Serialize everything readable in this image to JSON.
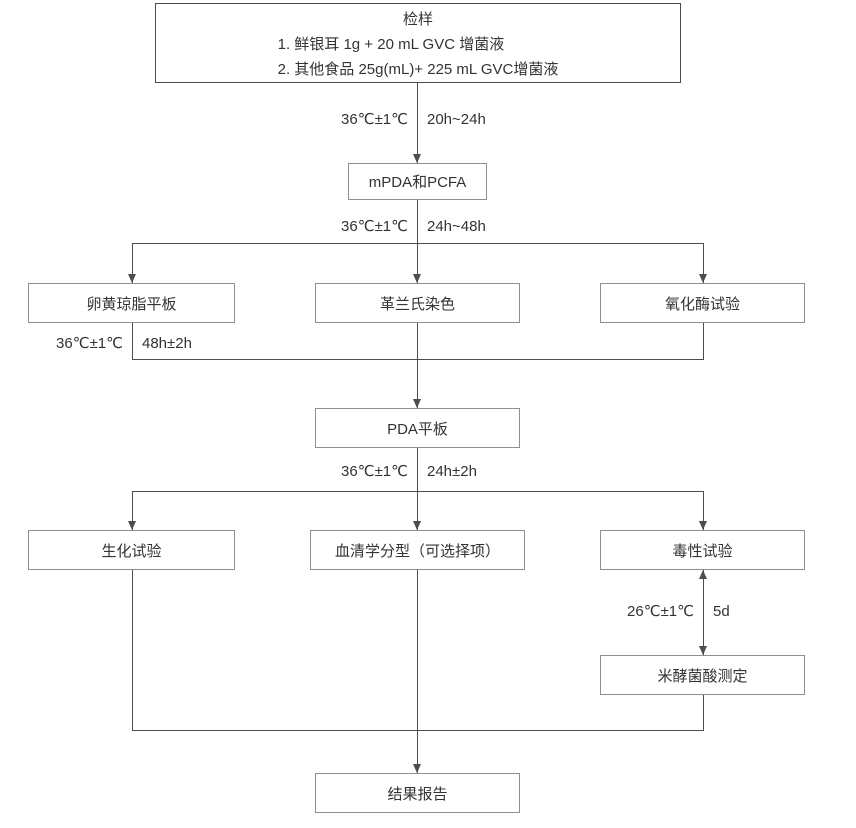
{
  "diagram": {
    "nodes": {
      "sample": {
        "title": "检样",
        "line1": "1. 鲜银耳 1g + 20 mL GVC 增菌液",
        "line2": "2. 其他食品 25g(mL)+ 225 mL GVC增菌液"
      },
      "mpda_pcfa": {
        "label": "mPDA和PCFA"
      },
      "egg_yolk_agar": {
        "label": "卵黄琼脂平板"
      },
      "gram_stain": {
        "label": "革兰氏染色"
      },
      "oxidase_test": {
        "label": "氧化酶试验"
      },
      "pda_plate": {
        "label": "PDA平板"
      },
      "biochemical_test": {
        "label": "生化试验"
      },
      "serotyping": {
        "label": "血清学分型（可选择项）"
      },
      "toxicity_test": {
        "label": "毒性试验"
      },
      "bongkrekic_acid": {
        "label": "米酵菌酸测定"
      },
      "report": {
        "label": "结果报告"
      }
    },
    "edge_labels": {
      "enrichment": {
        "temp": "36℃±1℃",
        "time": "20h~24h"
      },
      "mpda_incubation": {
        "temp": "36℃±1℃",
        "time": "24h~48h"
      },
      "egg_yolk_incubation": {
        "temp": "36℃±1℃",
        "time": "48h±2h"
      },
      "pda_incubation": {
        "temp": "36℃±1℃",
        "time": "24h±2h"
      },
      "toxin_incubation": {
        "temp": "26℃±1℃",
        "time": "5d"
      }
    },
    "colors": {
      "background": "#ffffff",
      "box_border": "#8f8f8f",
      "sample_box_border": "#454c56",
      "flow_line": "#4d4d4d",
      "text": "#333333"
    }
  }
}
